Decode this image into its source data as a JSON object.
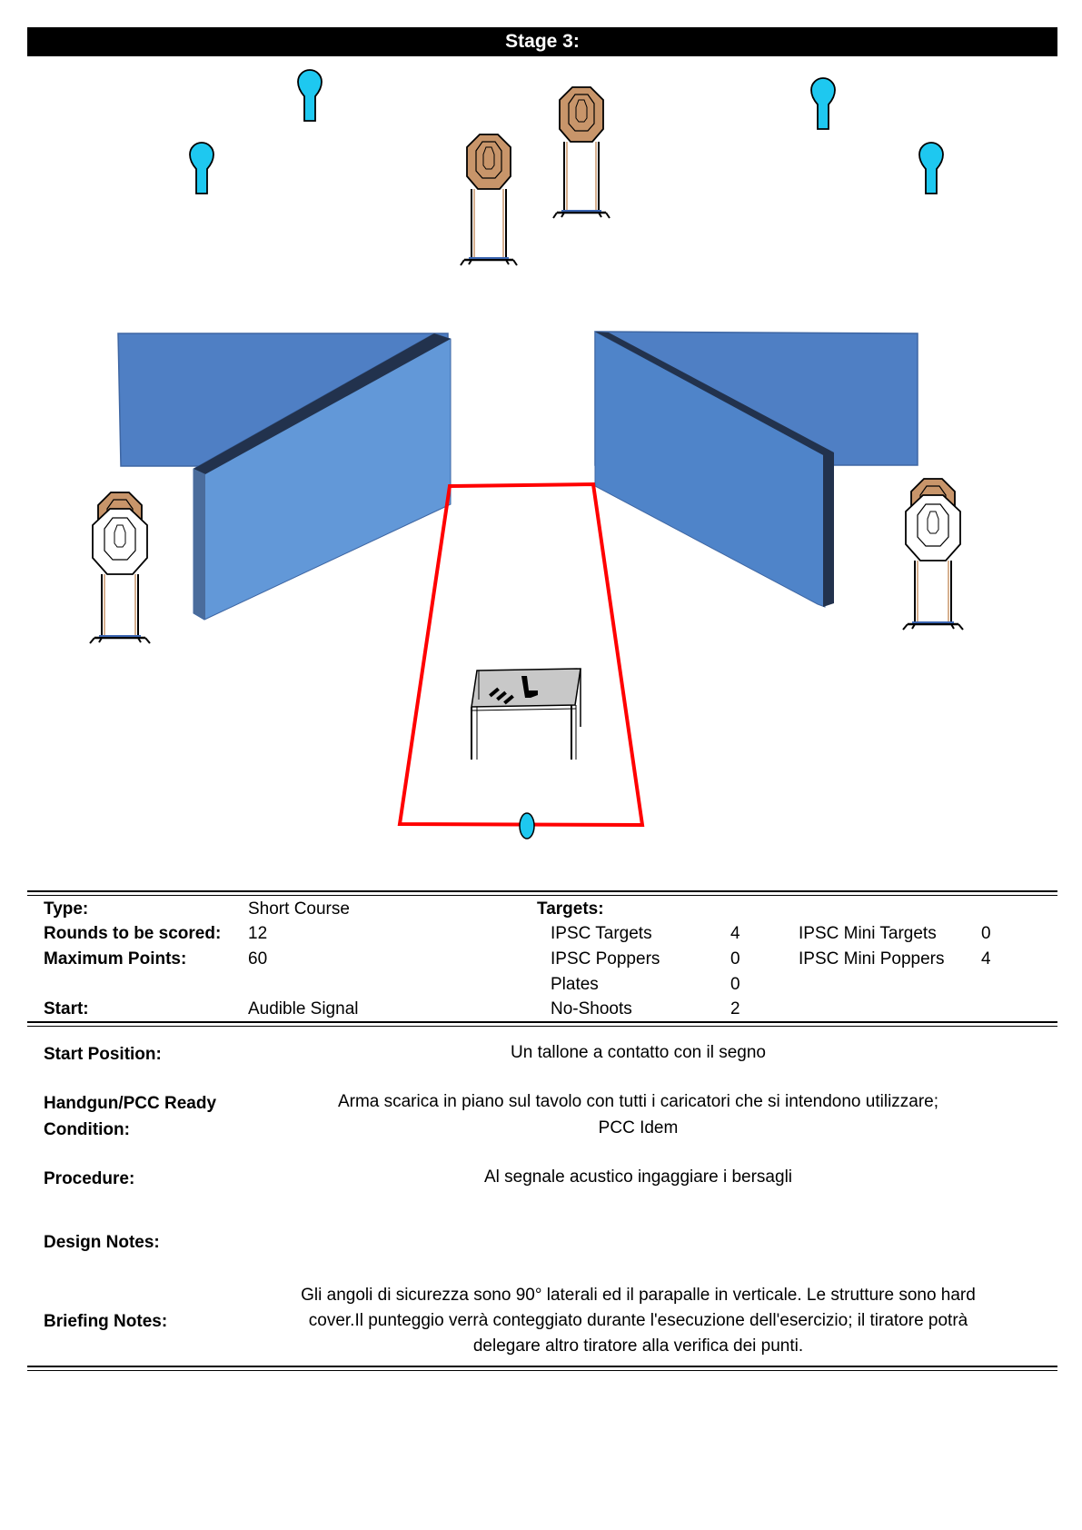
{
  "title": "Stage 3:",
  "summary": {
    "type_label": "Type:",
    "type_value": "Short Course",
    "rounds_label": "Rounds to be scored:",
    "rounds_value": "12",
    "points_label": "Maximum Points:",
    "points_value": "60",
    "start_label": "Start:",
    "start_value": "Audible Signal",
    "targets_label": "Targets:",
    "targets": [
      {
        "label": "IPSC Targets",
        "count": "4"
      },
      {
        "label": "IPSC Poppers",
        "count": "0"
      },
      {
        "label": "Plates",
        "count": "0"
      },
      {
        "label": "No-Shoots",
        "count": "2"
      }
    ],
    "mini_targets": [
      {
        "label": "IPSC Mini Targets",
        "count": "0"
      },
      {
        "label": "IPSC Mini Poppers",
        "count": "4"
      }
    ]
  },
  "details": {
    "start_position_label": "Start Position:",
    "start_position_value": "Un tallone a contatto con il segno",
    "ready_label_1": "Handgun/PCC Ready",
    "ready_label_2": "Condition:",
    "ready_value_1": "Arma scarica in piano sul tavolo con tutti i caricatori che si intendono utilizzare;",
    "ready_value_2": "PCC Idem",
    "procedure_label": "Procedure:",
    "procedure_value": "Al segnale acustico ingaggiare i bersagli",
    "design_notes_label": "Design Notes:",
    "briefing_label": "Briefing Notes:",
    "briefing_line_1": "Gli angoli di sicurezza sono 90° laterali ed il parapalle in verticale. Le strutture sono hard",
    "briefing_line_2": "cover.Il punteggio verrà conteggiato durante l'esecuzione dell'esercizio; il tiratore potrà",
    "briefing_line_3": "delegare altro tiratore alla verifica  dei punti."
  },
  "colors": {
    "wall_front": "#5b8fd3",
    "wall_back": "#4f7fc4",
    "wall_edge": "#1e2f4a",
    "popper": "#1ec8f0",
    "target_tan": "#c8956a",
    "fault_line": "#ff0000",
    "table_top": "#c8c8c8"
  }
}
